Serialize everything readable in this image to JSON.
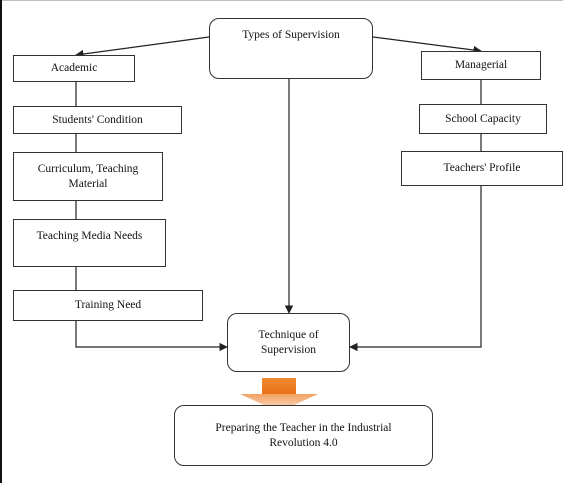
{
  "diagram": {
    "root": "Types of Supervision",
    "academic": {
      "title": "Academic",
      "items": [
        "Students' Condition",
        "Curriculum, Teaching Material",
        "Teaching Media Needs",
        "Training Need"
      ]
    },
    "managerial": {
      "title": "Managerial",
      "items": [
        "School Capacity",
        "Teachers' Profile"
      ]
    },
    "technique": "Technique of Supervision",
    "outcome": "Preparing the Teacher in the Industrial Revolution 4.0",
    "colors": {
      "line": "#222222",
      "box_border": "#333333",
      "arrow_block": "#f28a2e",
      "arrow_fade": "#f6c39a"
    }
  }
}
